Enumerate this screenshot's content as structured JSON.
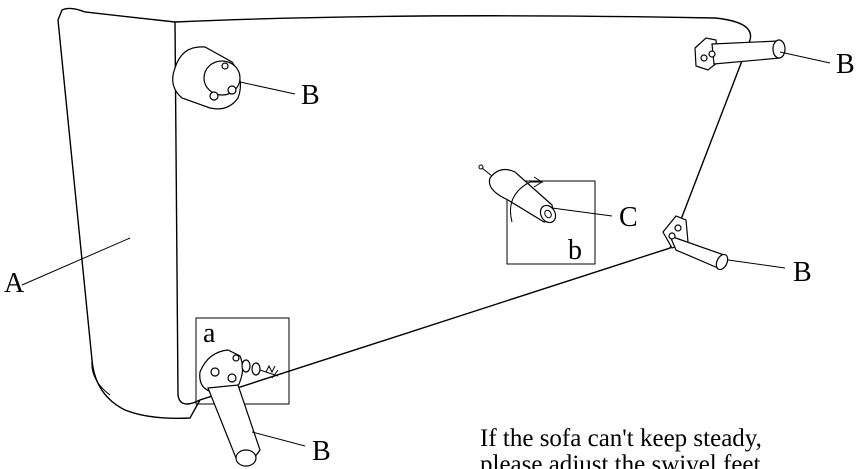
{
  "labels": {
    "part_a": "A",
    "part_b": "B",
    "part_c": "C",
    "detail_a": "a",
    "detail_b": "b"
  },
  "instruction": {
    "line1": "If the sofa can't keep steady,",
    "line2": "please adjust the swivel feet."
  }
}
